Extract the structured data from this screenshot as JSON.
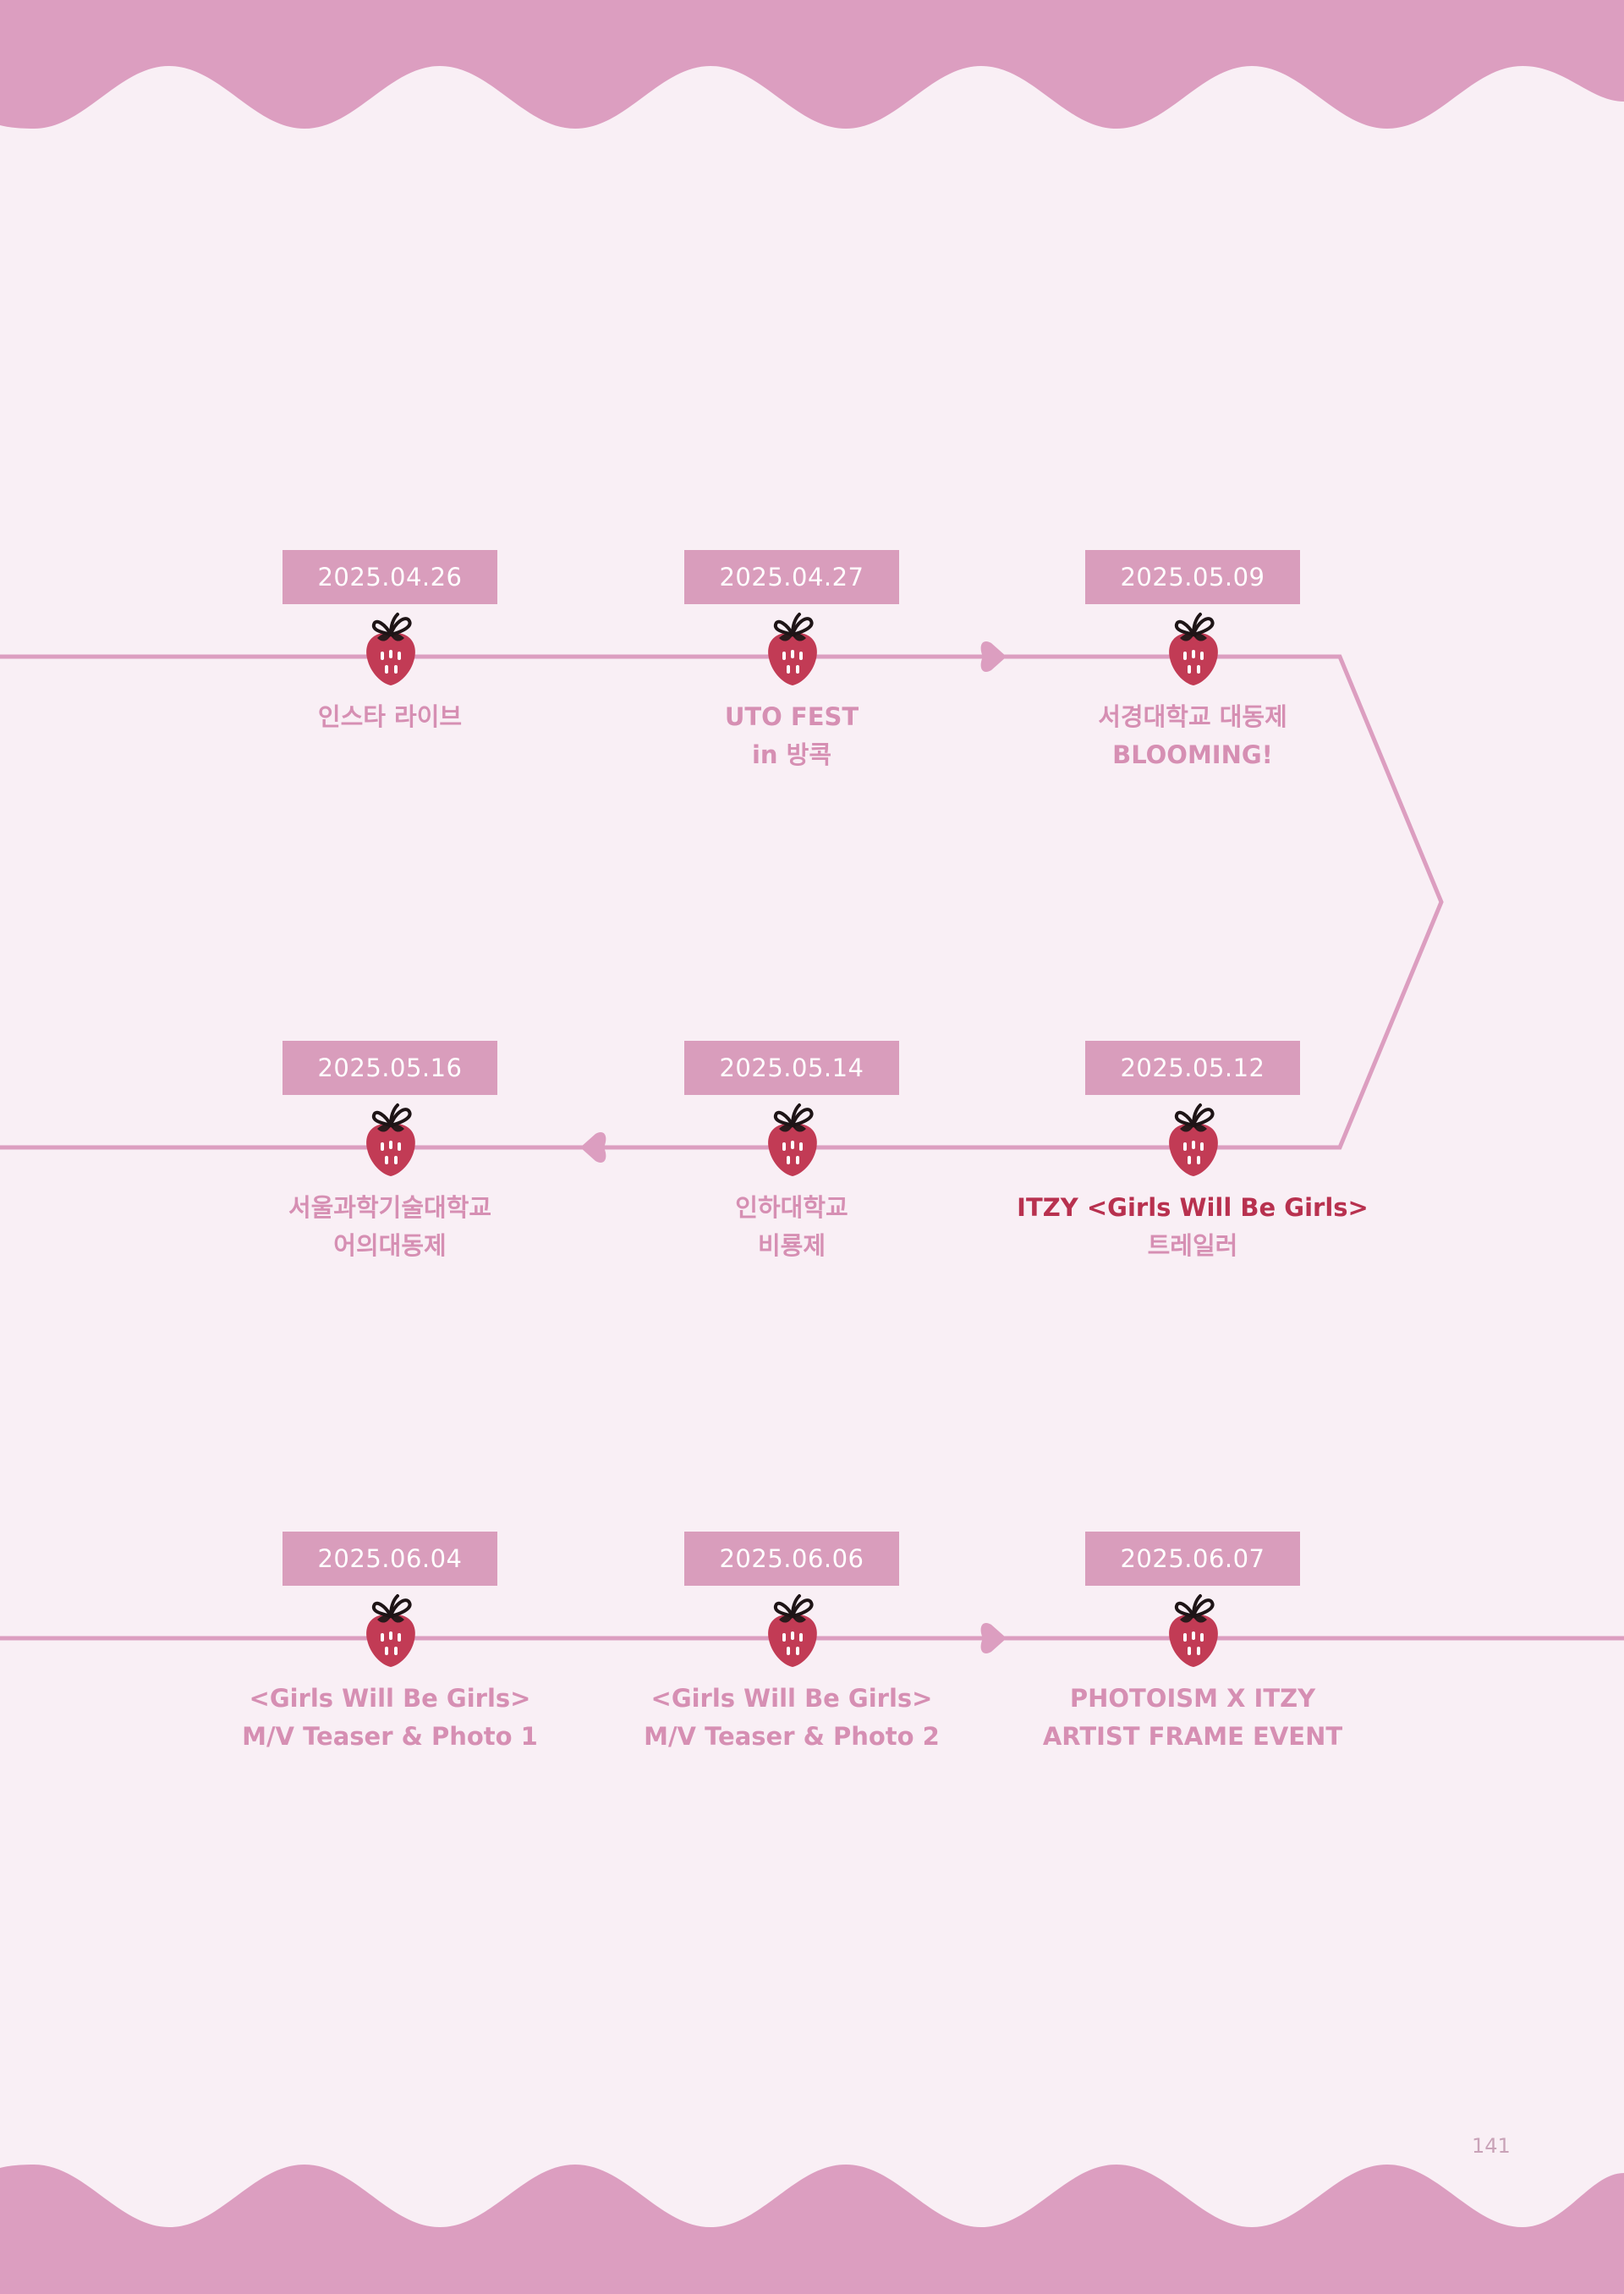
{
  "colors": {
    "background": "#f9eff5",
    "accent_pink": "#dc9ec0",
    "badge_pink": "#d99dbc",
    "label_pink": "#d68fb3",
    "highlight_red": "#b8314f",
    "strawberry_red": "#c23b55"
  },
  "icons": {
    "timeline_marker": "strawberry-icon",
    "direction_marker": "heart-arrow-icon"
  },
  "events": [
    {
      "date": "2025.04.26",
      "line1": "인스타 라이브",
      "line2": ""
    },
    {
      "date": "2025.04.27",
      "line1": "UTO FEST",
      "line2": "in 방콕"
    },
    {
      "date": "2025.05.09",
      "line1": "서경대학교 대동제",
      "line2": "BLOOMING!"
    },
    {
      "date": "2025.05.16",
      "line1": "서울과학기술대학교",
      "line2": "어의대동제"
    },
    {
      "date": "2025.05.14",
      "line1": "인하대학교",
      "line2": "비룡제"
    },
    {
      "date": "2025.05.12",
      "line1": "ITZY <Girls Will Be Girls>",
      "line2": "트레일러"
    },
    {
      "date": "2025.06.04",
      "line1": "<Girls Will Be Girls>",
      "line2": "M/V Teaser & Photo 1"
    },
    {
      "date": "2025.06.06",
      "line1": "<Girls Will Be Girls>",
      "line2": "M/V Teaser & Photo 2"
    },
    {
      "date": "2025.06.07",
      "line1": "PHOTOISM X ITZY",
      "line2": "ARTIST FRAME EVENT"
    }
  ],
  "page_number": "141"
}
